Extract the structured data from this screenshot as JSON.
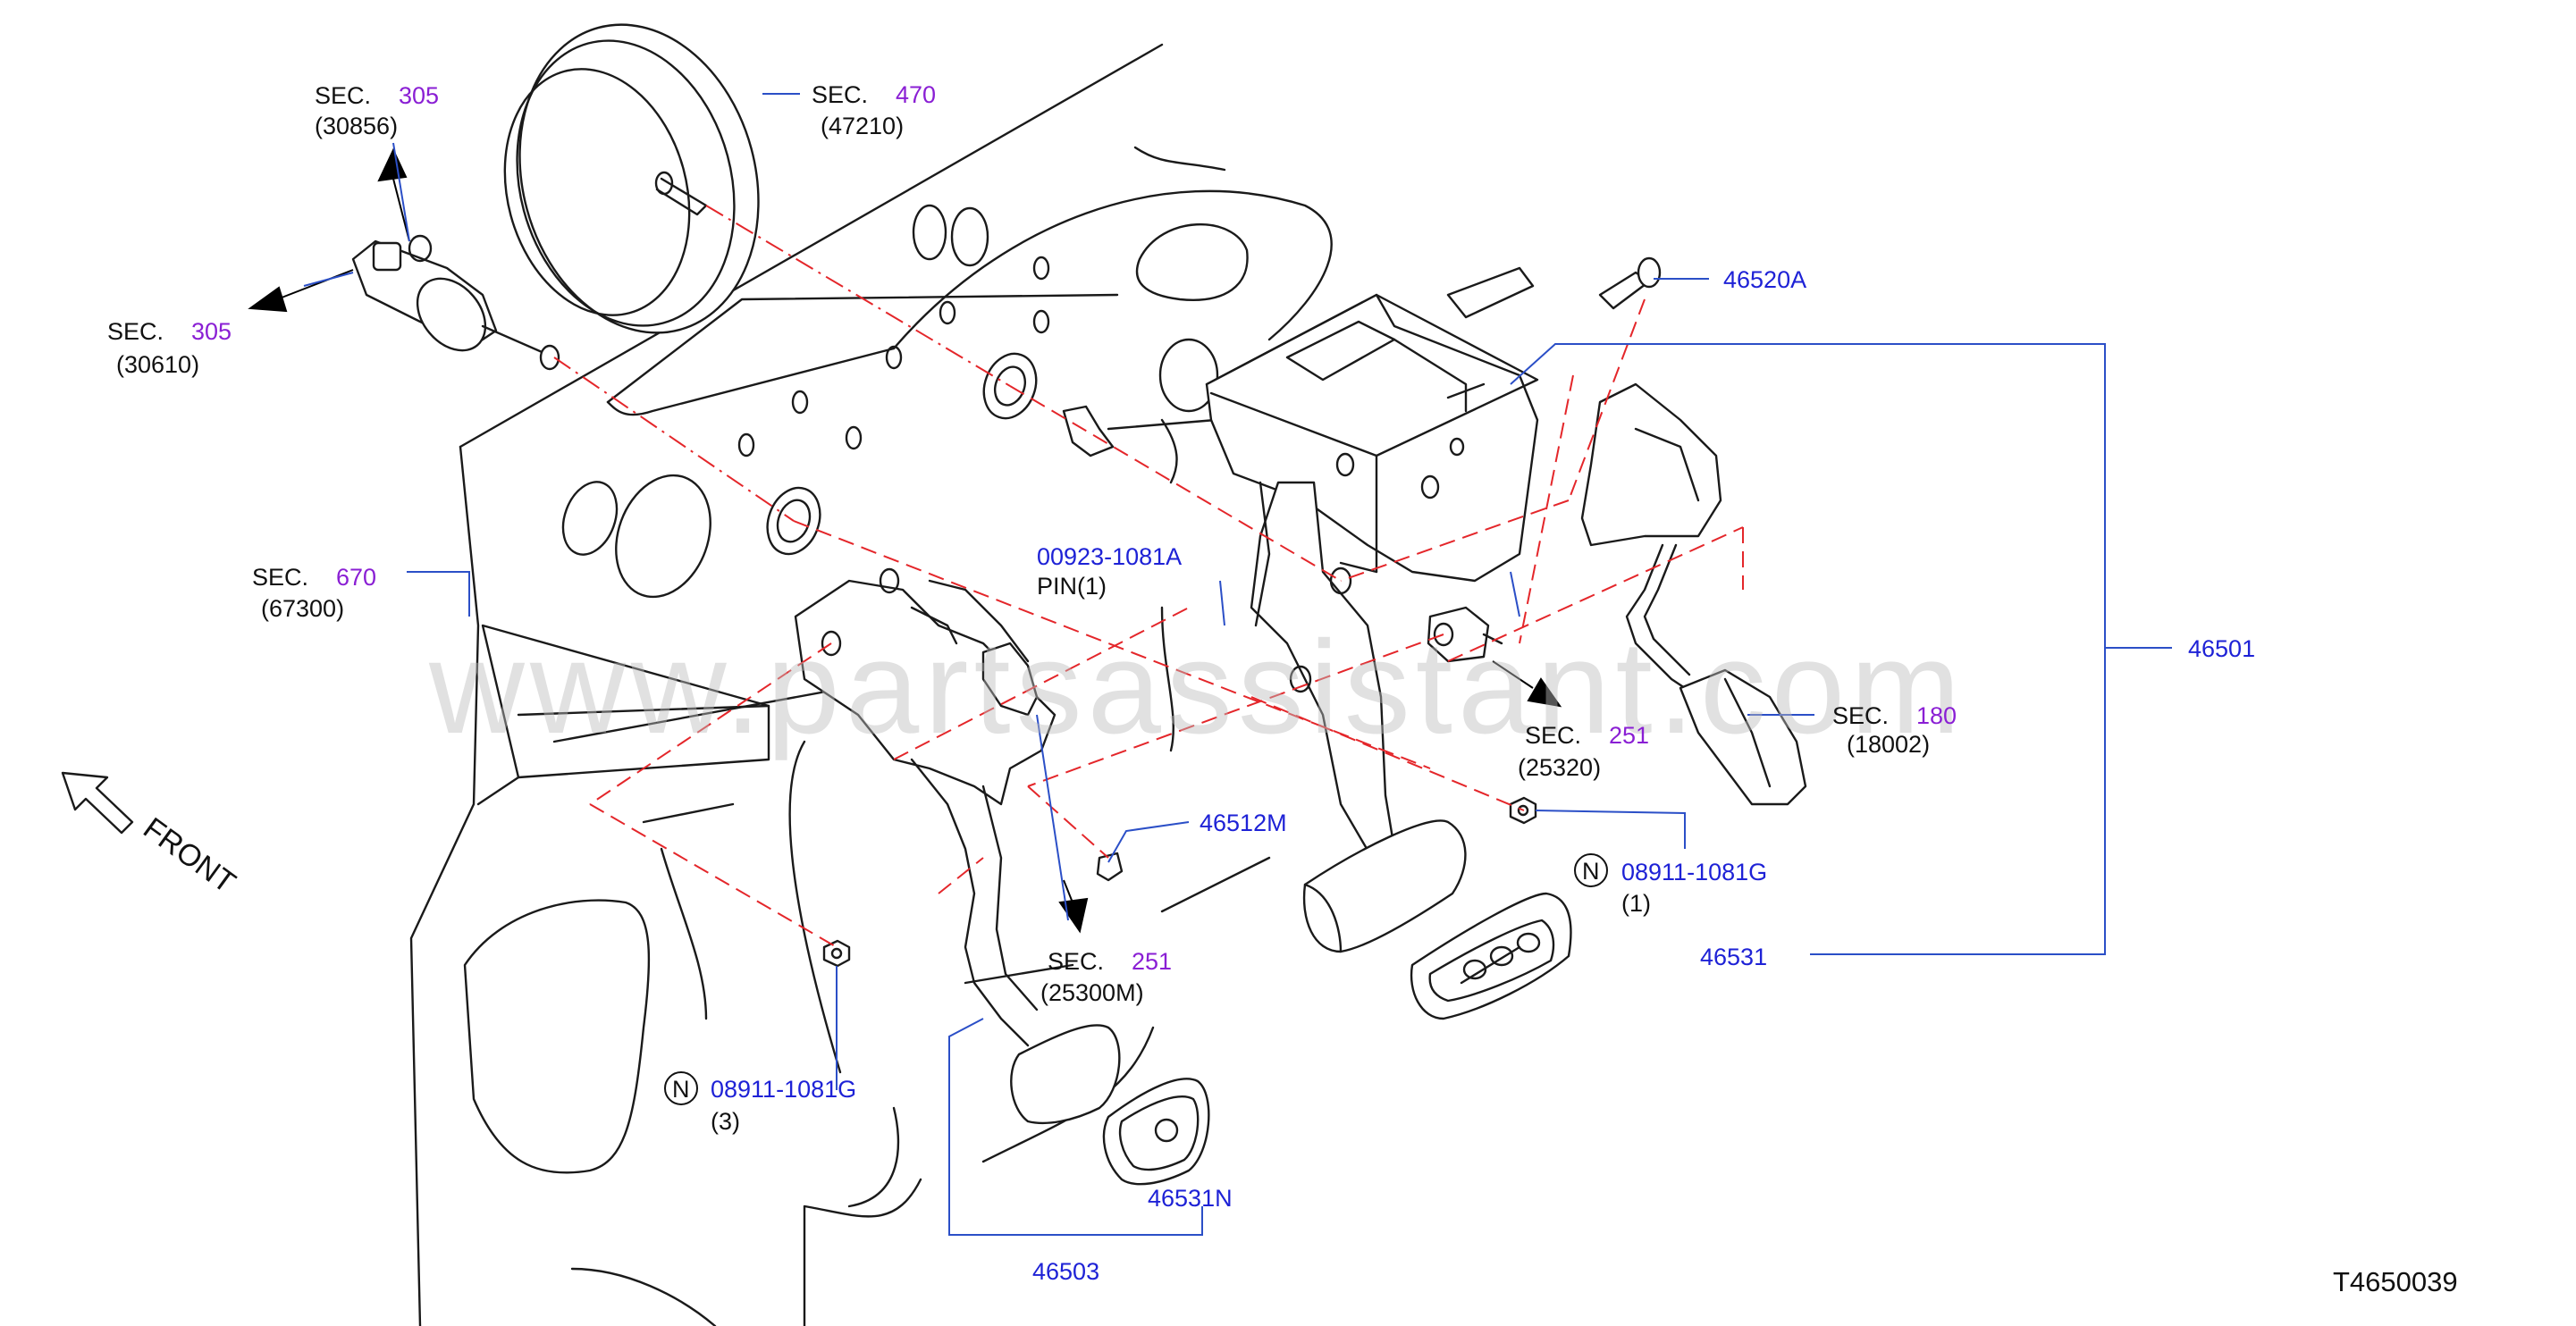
{
  "watermark": "www.partsassistant.com",
  "diagram_code": "T4650039",
  "front_label": "FRONT",
  "callouts": {
    "sec305_top": {
      "sec": "SEC.",
      "num": "305",
      "code": "(30856)"
    },
    "sec305_left": {
      "sec": "SEC.",
      "num": "305",
      "code": "(30610)"
    },
    "sec470": {
      "sec": "SEC.",
      "num": "470",
      "code": "(47210)"
    },
    "sec670": {
      "sec": "SEC.",
      "num": "670",
      "code": "(67300)"
    },
    "sec251_right": {
      "sec": "SEC.",
      "num": "251",
      "code": "(25320)"
    },
    "sec180": {
      "sec": "SEC.",
      "num": "180",
      "code": "(18002)"
    },
    "sec251_bottom": {
      "sec": "SEC.",
      "num": "251",
      "code": "(25300M)"
    }
  },
  "parts": {
    "p46520A": "46520A",
    "p00923": "00923-1081A",
    "pin": "PIN(1)",
    "p46501": "46501",
    "p46512M": "46512M",
    "nut_right": {
      "marker": "N",
      "part": "08911-1081G",
      "qty": "(1)"
    },
    "nut_left": {
      "marker": "N",
      "part": "08911-1081G",
      "qty": "(3)"
    },
    "p46531": "46531",
    "p46531N": "46531N",
    "p46503": "46503"
  },
  "colors": {
    "part_number": "#1e22d6",
    "section_number": "#8a1fd4",
    "leader_line": "#2b4fc7",
    "centerline": "#e4262a"
  }
}
